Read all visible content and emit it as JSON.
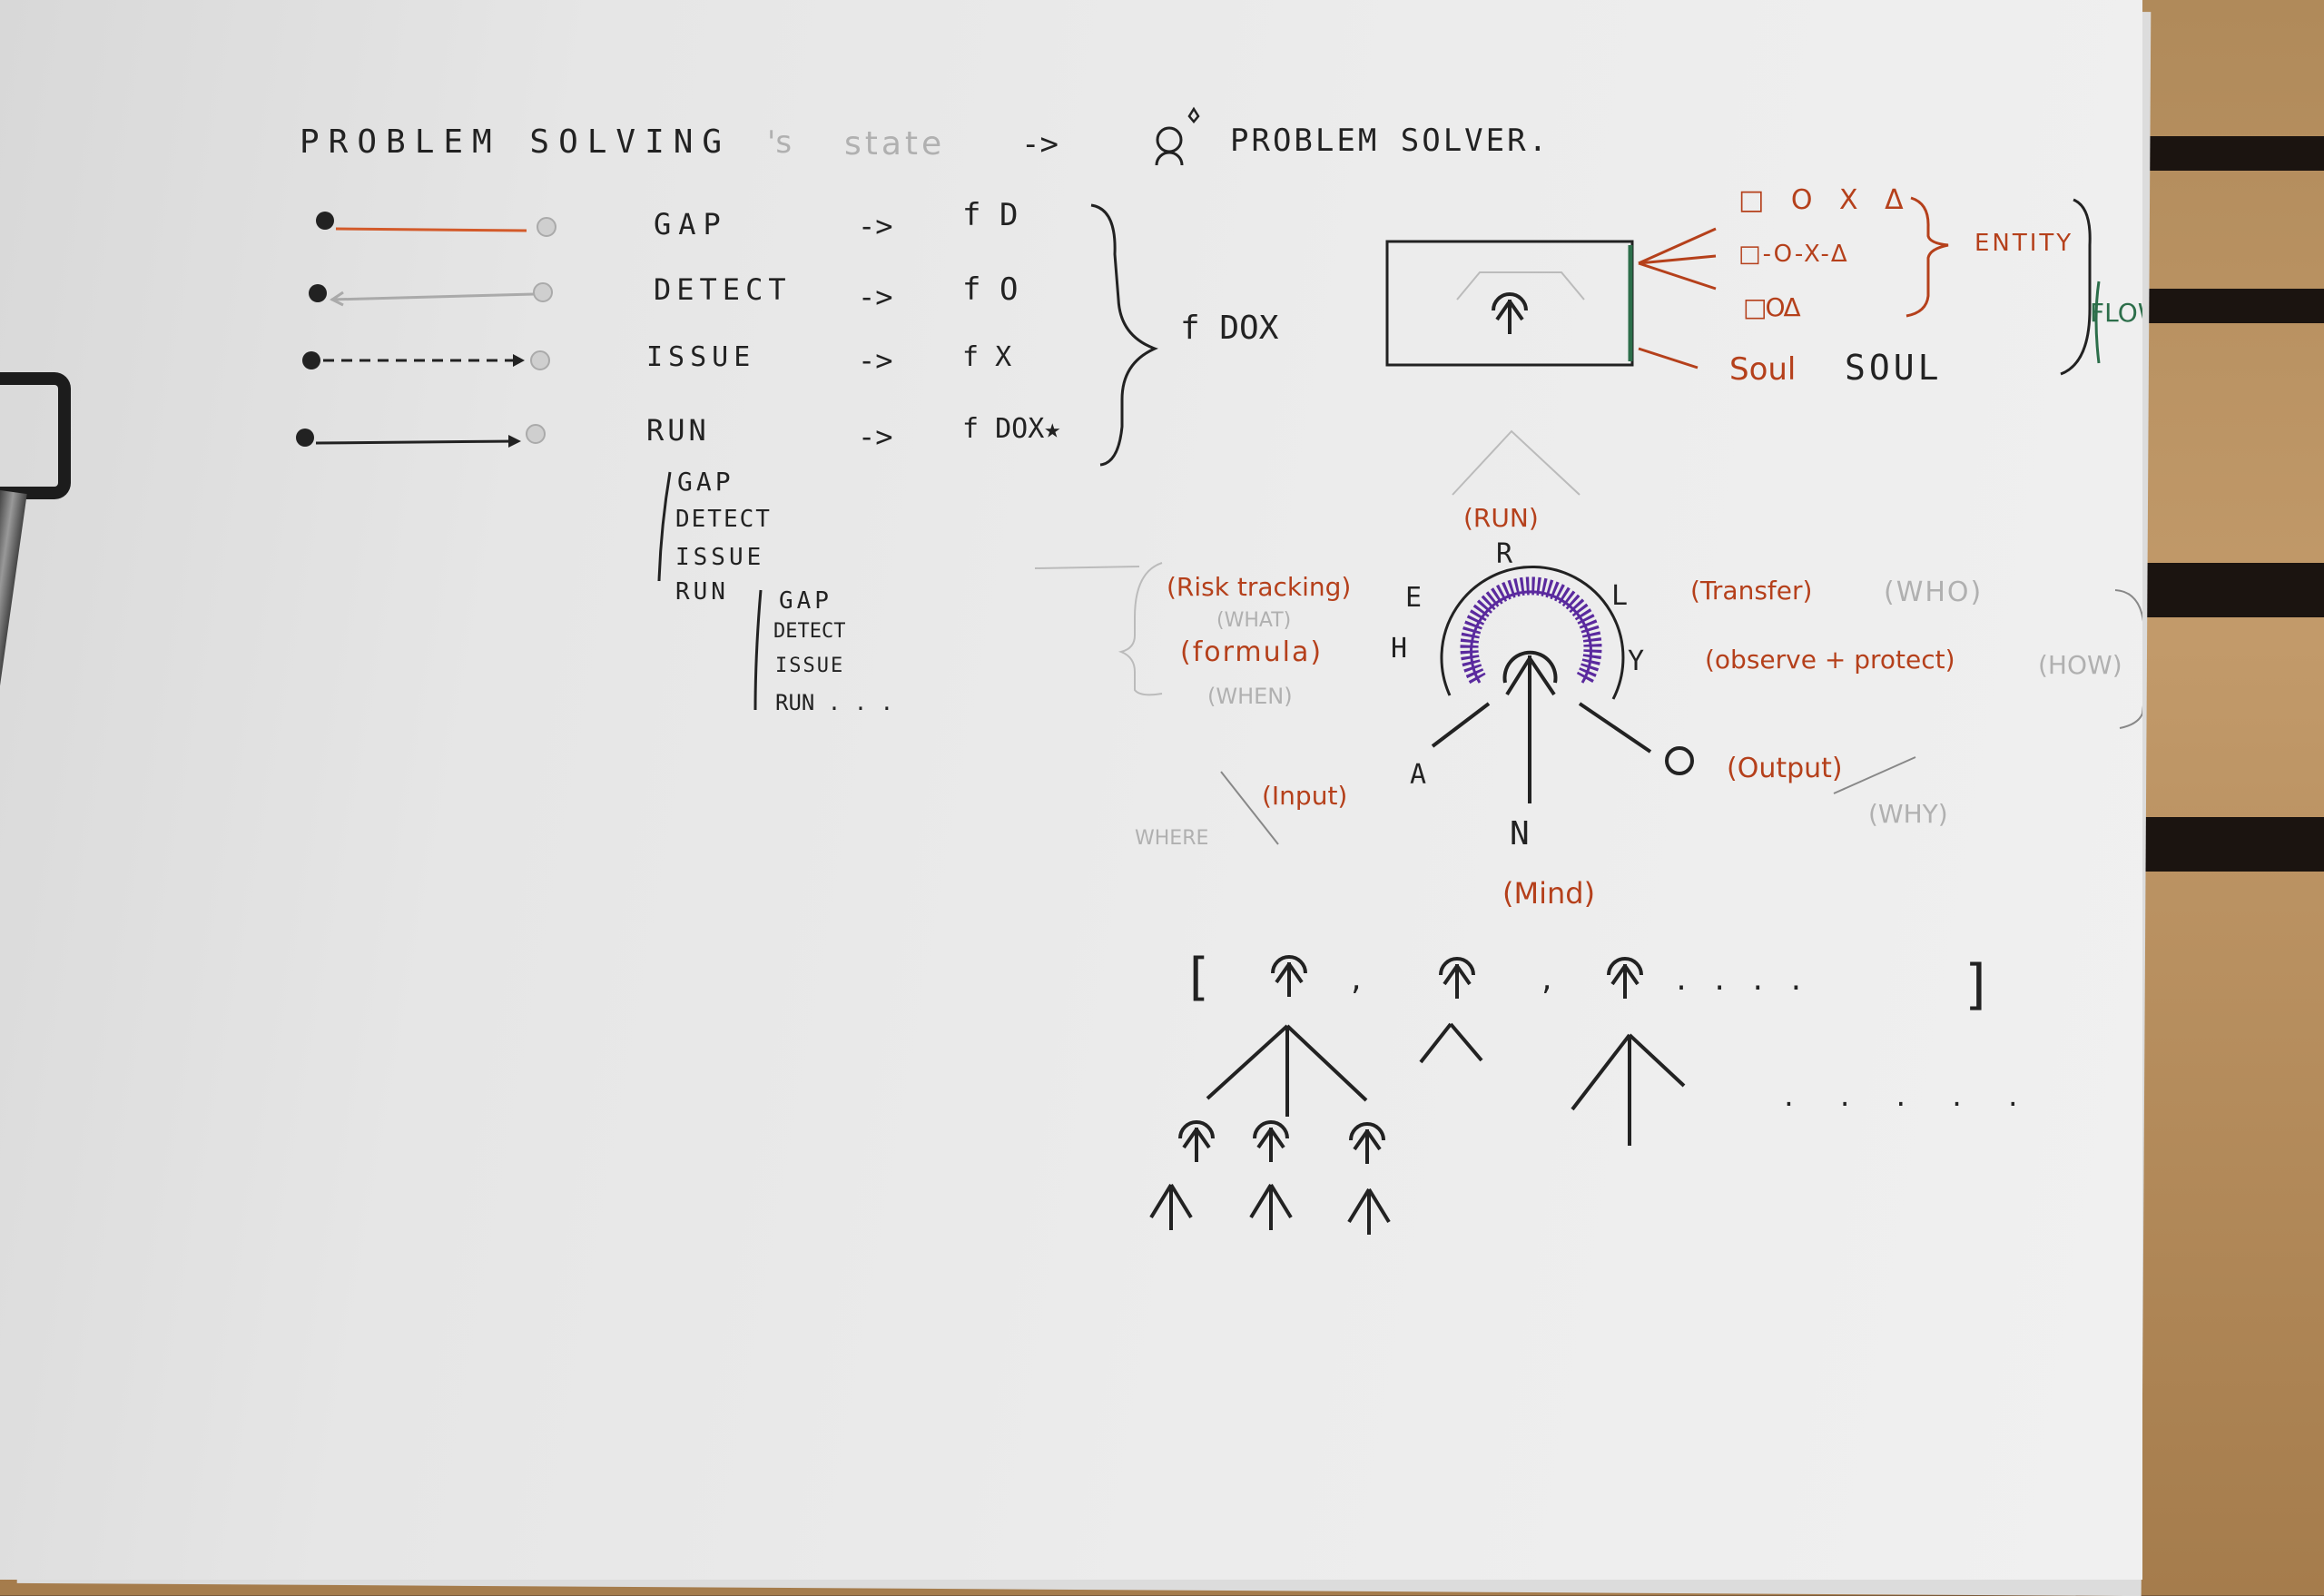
{
  "header": {
    "title": "PROBLEM SOLVING",
    "possessive": "'s",
    "state_word": "state",
    "arrow": "->",
    "solver": "PROBLEM SOLVER."
  },
  "rows": [
    {
      "label": "GAP",
      "arrow": "->",
      "func": "f D"
    },
    {
      "label": "DETECT",
      "arrow": "->",
      "func": "f O"
    },
    {
      "label": "ISSUE",
      "arrow": "->",
      "func": "f X"
    },
    {
      "label": "RUN",
      "arrow": "->",
      "func": "f DOX★"
    }
  ],
  "combined": "f DOX",
  "run_list_1": [
    "GAP",
    "DETECT",
    "ISSUE",
    "RUN"
  ],
  "run_list_2": [
    "GAP",
    "DETECT",
    "ISSUE",
    "RUN . . ."
  ],
  "entity_group": {
    "symbols_1": "□ O X Δ",
    "symbols_2": "□-O-X-Δ",
    "symbols_3": "□OΔ",
    "entity_label": "ENTITY",
    "flow_label": "FLOW",
    "soul_small": "Soul",
    "soul_big": "SOUL"
  },
  "wheel": {
    "run_note": "(RUN)",
    "letters": {
      "R": "R",
      "E": "E",
      "H": "H",
      "L": "L",
      "Y": "Y",
      "A": "A",
      "N": "N",
      "O": "O"
    },
    "notes": {
      "risk": "(Risk tracking)",
      "what": "(WHAT)",
      "formula": "(formula)",
      "when": "(WHEN)",
      "transfer": "(Transfer)",
      "who": "(WHO)",
      "observe": "(observe + protect)",
      "how": "(HOW)",
      "input": "(Input)",
      "where": "WHERE",
      "output": "(Output)",
      "why": "(WHY)",
      "mind": "(Mind)"
    }
  },
  "list_bottom": {
    "open_bracket": "[",
    "close_bracket": "]",
    "sep": ",",
    "ellipsis": ". . . .",
    "trailing_dots": ". . . . ."
  },
  "colors": {
    "ink": "#222222",
    "orange": "#b5401b",
    "gray": "#b0b0b0",
    "green": "#2c6e4a",
    "purple": "#5a2a9e"
  }
}
